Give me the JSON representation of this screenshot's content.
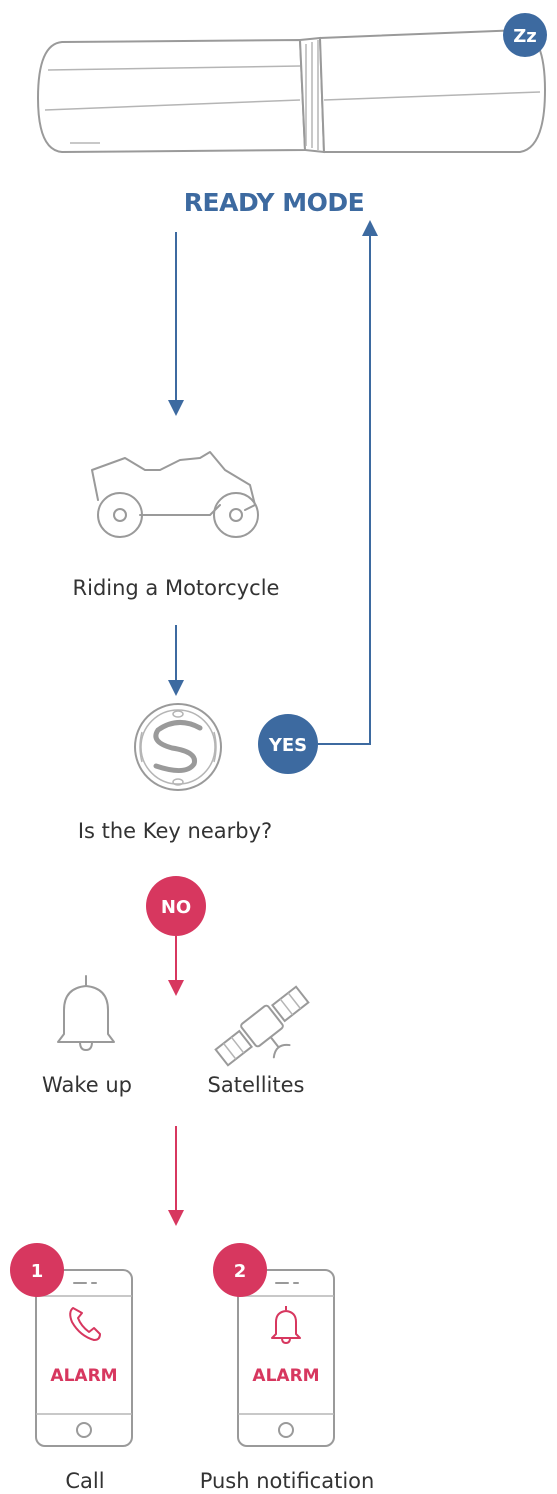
{
  "header": {
    "title": "READY MODE",
    "sleep_badge": "Zz"
  },
  "steps": {
    "riding_label": "Riding a Motorcycle",
    "key_label": "Is the Key nearby?",
    "yes_label": "YES",
    "no_label": "NO",
    "wakeup_label": "Wake up",
    "satellites_label": "Satellites"
  },
  "phones": [
    {
      "number": "1",
      "alarm": "ALARM",
      "label": "Call",
      "icon": "phone-icon"
    },
    {
      "number": "2",
      "alarm": "ALARM",
      "label": "Push notification",
      "icon": "bell-icon"
    }
  ],
  "colors": {
    "blue": "#3d6aa0",
    "red": "#d7375f",
    "gray": "#9a9a9a"
  }
}
